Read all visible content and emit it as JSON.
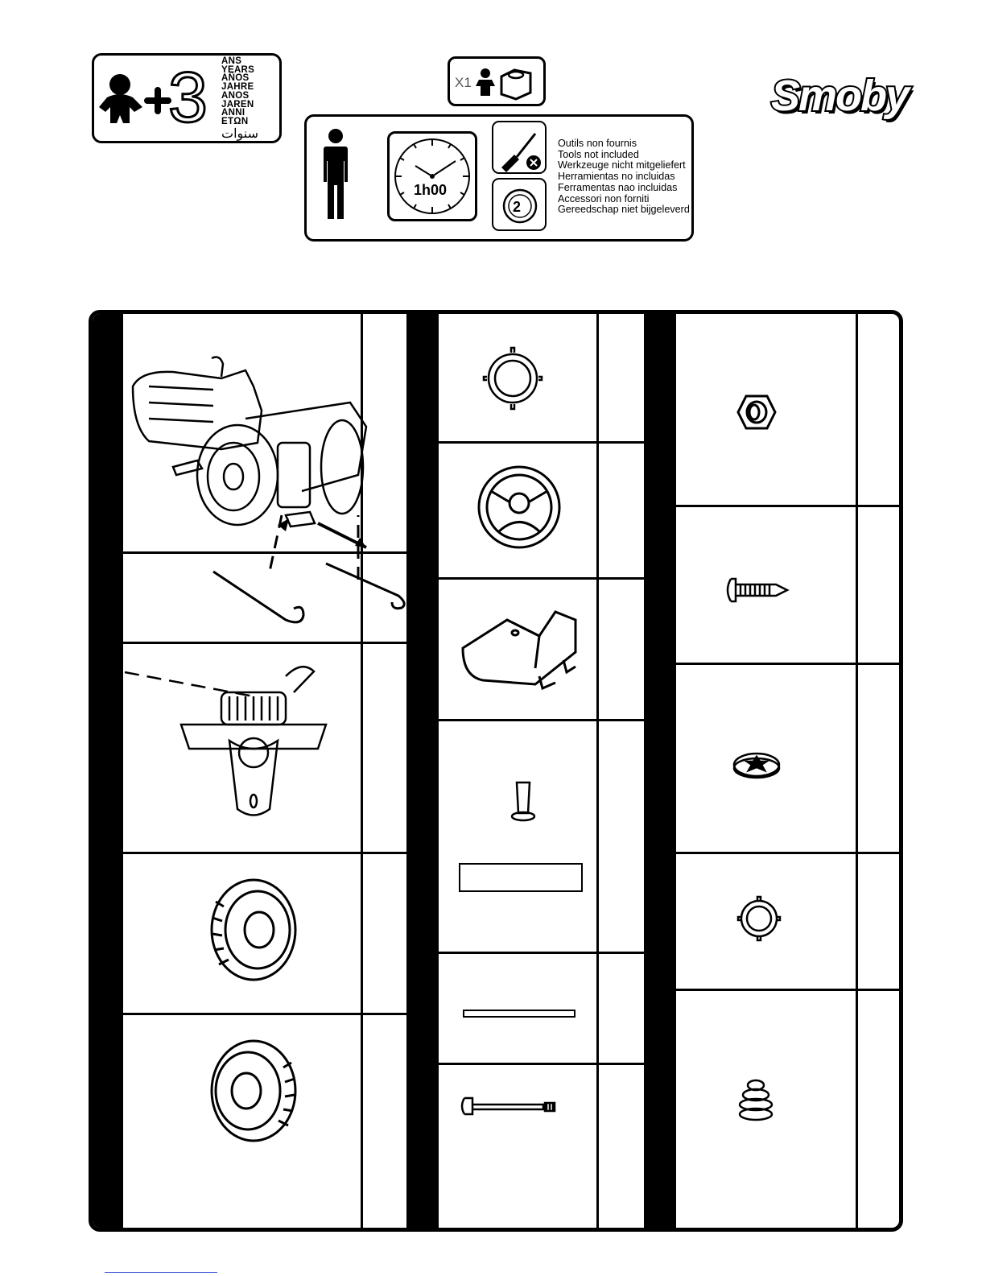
{
  "age_badge": {
    "number": "3",
    "languages": [
      "ANS",
      "YEARS",
      "AÑOS",
      "JAHRE",
      "ANOS",
      "JAREN",
      "ANNI",
      "ETΩN",
      "سنوات"
    ]
  },
  "quantity_badge": {
    "label": "X1"
  },
  "brand": {
    "logo_text": "Smoby"
  },
  "assembly_info": {
    "time_label": "1h00",
    "tools_lines": [
      "Outils non  fournis",
      "Tools not included",
      "Werkzeuge nicht mitgeliefert",
      "Herramientas no incluidas",
      "Ferramentas nao incluidas",
      "Accessori non forniti",
      "Gereedschap niet bijgeleverd"
    ]
  },
  "colors": {
    "ink": "#000000",
    "paper": "#ffffff",
    "link": "#3a57d8"
  },
  "parts_icons": {
    "column1": [
      "tractor-body-icon",
      "steering-rod-icon",
      "front-axle-icon",
      "wheel-icon",
      "wheel-icon"
    ],
    "column2": [
      "cap-ring-icon",
      "steering-wheel-icon",
      "seat-bracket-icon",
      "rivet-icon",
      "flat-bar-icon",
      "bolt-icon"
    ],
    "column3": [
      "hex-nut-icon",
      "screw-icon",
      "star-washer-icon",
      "cap-ring-icon",
      "spring-cap-icon"
    ]
  }
}
